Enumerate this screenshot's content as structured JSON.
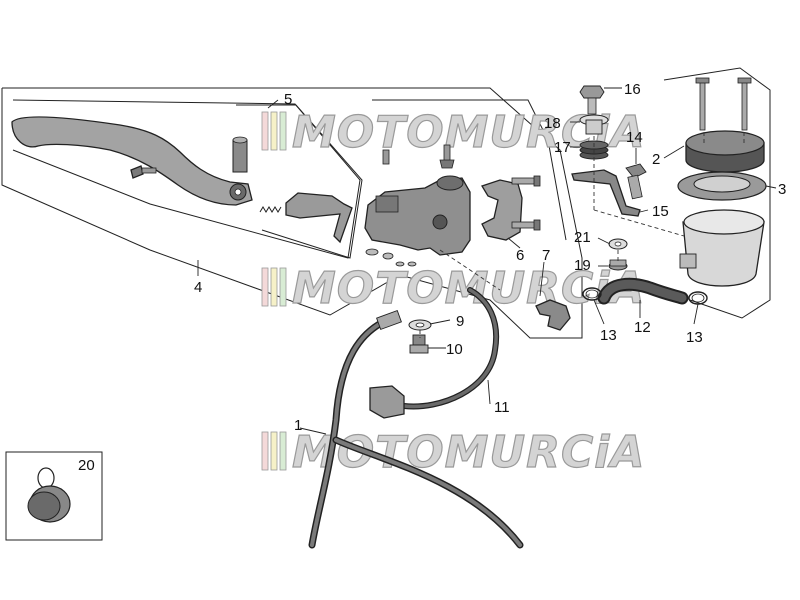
{
  "watermark": {
    "text": "MOTOMURCiA",
    "stripe_colors": [
      "#f4d9d9",
      "#f6f1c8",
      "#d8ecd4"
    ]
  },
  "callouts": {
    "c1": "1",
    "c2": "2",
    "c3": "3",
    "c4": "4",
    "c5": "5",
    "c6": "6",
    "c7": "7",
    "c9": "9",
    "c10": "10",
    "c11": "11",
    "c12": "12",
    "c13a": "13",
    "c13b": "13",
    "c14": "14",
    "c15": "15",
    "c16": "16",
    "c17": "17",
    "c18": "18",
    "c19": "19",
    "c20": "20",
    "c21": "21"
  },
  "colors": {
    "lever": "#a3a3a3",
    "body": "#8f8f8f",
    "dark": "#4a4a4a",
    "hose": "#3a3a3a",
    "light": "#cfcfcf"
  }
}
